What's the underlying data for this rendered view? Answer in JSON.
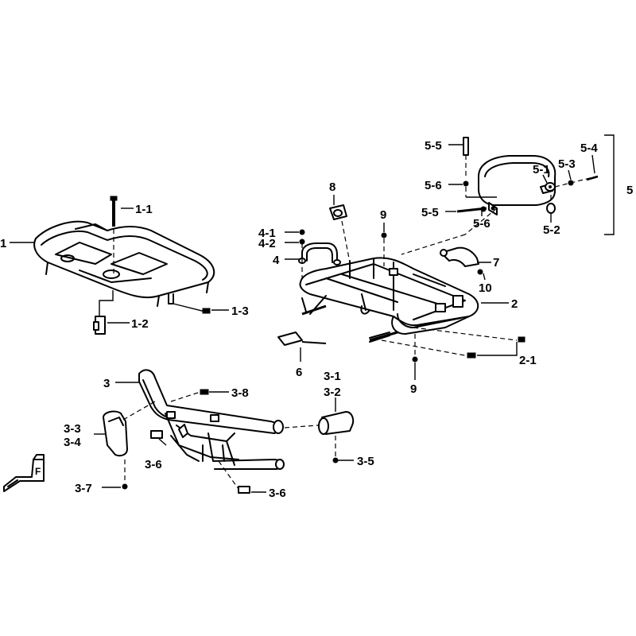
{
  "labels": {
    "l1": "1",
    "l1_1": "1-1",
    "l1_2": "1-2",
    "l1_3": "1-3",
    "l2": "2",
    "l2_1": "2-1",
    "l3": "3",
    "l3_1": "3-1",
    "l3_2": "3-2",
    "l3_3": "3-3",
    "l3_4": "3-4",
    "l3_5": "3-5",
    "l3_6a": "3-6",
    "l3_6b": "3-6",
    "l3_7": "3-7",
    "l3_8": "3-8",
    "l4": "4",
    "l4_1": "4-1",
    "l4_2": "4-2",
    "l5": "5",
    "l5_1": "5-1",
    "l5_2": "5-2",
    "l5_3": "5-3",
    "l5_4": "5-4",
    "l5_5a": "5-5",
    "l5_5b": "5-5",
    "l5_6a": "5-6",
    "l5_6b": "5-6",
    "l6": "6",
    "l7": "7",
    "l8": "8",
    "l9a": "9",
    "l9b": "9",
    "l10": "10",
    "front_mark": "F"
  },
  "icons": {
    "front_arrow": "front-direction-arrow-icon"
  }
}
